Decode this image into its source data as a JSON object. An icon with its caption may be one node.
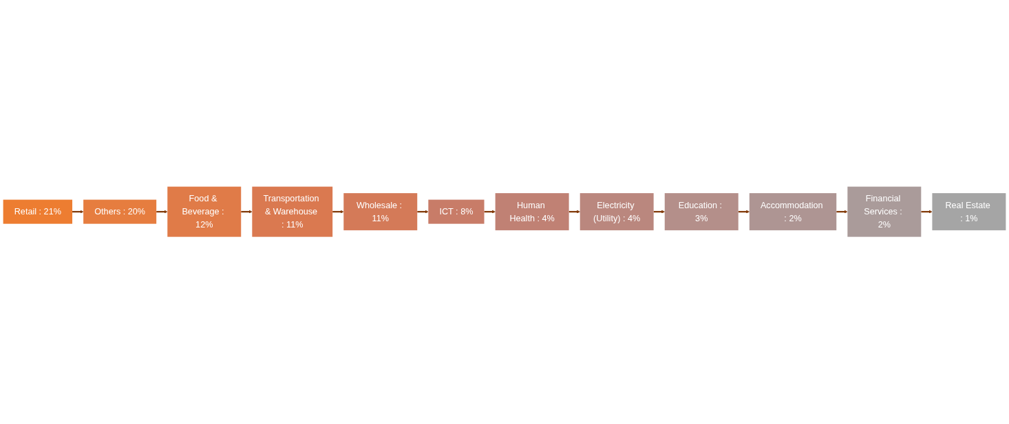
{
  "diagram": {
    "nodes": [
      {
        "text": [
          "Retail : 21%"
        ]
      },
      {
        "text": [
          "Others : 20%"
        ]
      },
      {
        "text": [
          "Food & Beverage : 12%"
        ]
      },
      {
        "text": [
          "Transportation & Warehouse : 11%"
        ]
      },
      {
        "text": [
          "Wholesale : 11%"
        ]
      },
      {
        "text": [
          "ICT : 8%"
        ]
      },
      {
        "text": [
          "Human Health : 4%"
        ]
      },
      {
        "text": [
          "Electricity (Utility) : 4%"
        ]
      },
      {
        "text": [
          "Education : 3%"
        ]
      },
      {
        "text": [
          "Accommodation : 2%"
        ]
      },
      {
        "text": [
          "Financial Services : 2%"
        ]
      },
      {
        "text": [
          "Real Estate : 1%"
        ]
      }
    ],
    "edges": [
      {
        "from": 0,
        "to": 1,
        "arrow": "to"
      },
      {
        "from": 1,
        "to": 2,
        "arrow": "to"
      },
      {
        "from": 2,
        "to": 3,
        "arrow": "to"
      },
      {
        "from": 3,
        "to": 4,
        "arrow": "to"
      },
      {
        "from": 4,
        "to": 5,
        "arrow": "to"
      },
      {
        "from": 5,
        "to": 6,
        "arrow": "to"
      },
      {
        "from": 6,
        "to": 7,
        "arrow": "to"
      },
      {
        "from": 7,
        "to": 8,
        "arrow": "to"
      },
      {
        "from": 8,
        "to": 9,
        "arrow": "to"
      },
      {
        "from": 9,
        "to": 10,
        "arrow": "to"
      },
      {
        "from": 10,
        "to": 11,
        "arrow": "to"
      }
    ]
  }
}
